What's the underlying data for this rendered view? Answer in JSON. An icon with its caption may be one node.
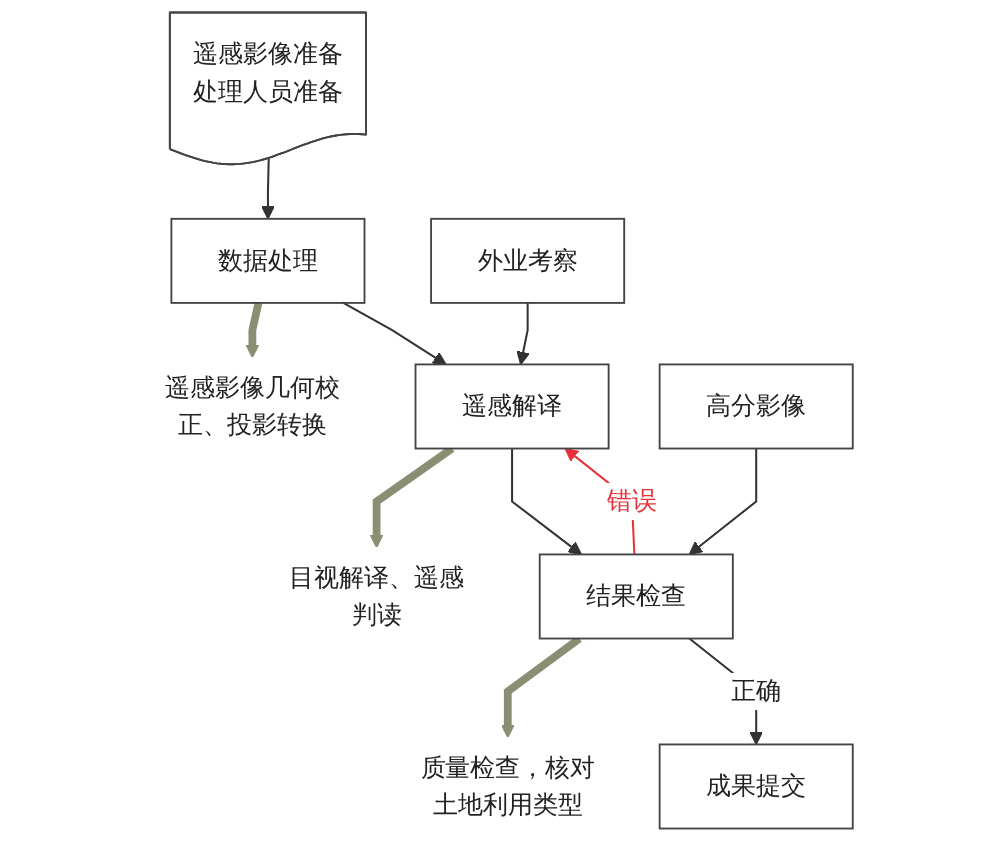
{
  "diagram": {
    "nodes": [
      {
        "text": [
          "遥感影像准备",
          "处理人员准备"
        ]
      },
      {
        "text": [
          "数据处理"
        ]
      },
      {
        "text": [
          "遥感影像几何校正、投影转换"
        ]
      },
      {
        "text": [
          "外业考察"
        ]
      },
      {
        "text": [
          "遥感解译"
        ]
      },
      {
        "text": [
          "目视解译、遥感判读"
        ]
      },
      {
        "text": [
          "高分影像"
        ]
      },
      {
        "text": [
          "结果检查"
        ]
      },
      {
        "text": [
          "质量检查，核对土地利用类型"
        ]
      },
      {
        "text": [
          "成果提交"
        ]
      }
    ],
    "edges": [
      {
        "from": 0,
        "to": 1,
        "arrow": "to"
      },
      {
        "from": 1,
        "to": 2,
        "arrow": "to",
        "style": "thick",
        "color": "#8c8e74"
      },
      {
        "from": 1,
        "to": 4,
        "arrow": "to"
      },
      {
        "from": 3,
        "to": 4,
        "arrow": "to"
      },
      {
        "from": 4,
        "to": 5,
        "arrow": "to",
        "style": "thick",
        "color": "#8c8e74"
      },
      {
        "from": 4,
        "to": 7,
        "arrow": "to"
      },
      {
        "from": 6,
        "to": 7,
        "arrow": "to"
      },
      {
        "from": 7,
        "to": 8,
        "arrow": "to",
        "style": "thick",
        "color": "#8c8e74"
      },
      {
        "from": 7,
        "to": 4,
        "arrow": "to",
        "label": "错误",
        "color": "#e8303a"
      },
      {
        "from": 7,
        "to": 9,
        "arrow": "to",
        "label": "正确"
      }
    ]
  }
}
